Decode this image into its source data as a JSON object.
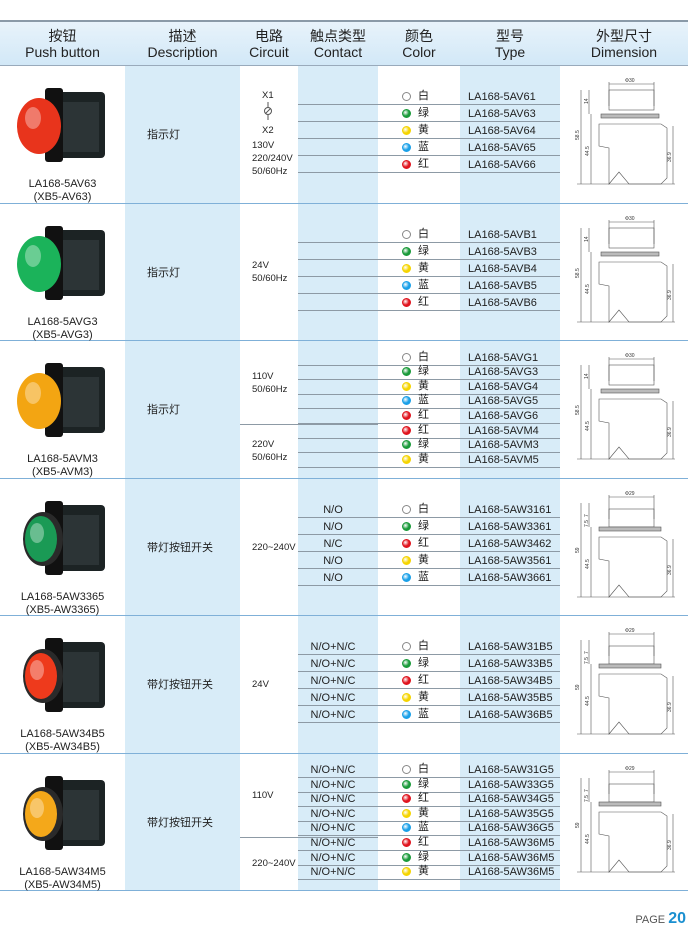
{
  "header": {
    "cols": [
      {
        "cn": "按钮",
        "en": "Push button"
      },
      {
        "cn": "描述",
        "en": "Description"
      },
      {
        "cn": "电路",
        "en": "Circuit"
      },
      {
        "cn": "触点类型",
        "en": "Contact"
      },
      {
        "cn": "颜色",
        "en": "Color"
      },
      {
        "cn": "型号",
        "en": "Type"
      },
      {
        "cn": "外型尺寸",
        "en": "Dimension"
      }
    ]
  },
  "colors": {
    "白": "#ffffff",
    "绿": "#1a9a3a",
    "黄": "#f5d400",
    "蓝": "#1aa0e8",
    "红": "#e0141e"
  },
  "sections": [
    {
      "model": "LA168-5AV63",
      "alt": "(XB5-AV63)",
      "lens": "#e8341c",
      "flat": false,
      "desc": "指示灯",
      "symbol": {
        "x1": "X1",
        "x2": "X2"
      },
      "groups": [
        {
          "circuit": [
            "130V",
            "220/240V",
            "50/60Hz"
          ],
          "items": [
            {
              "contact": "",
              "color": "白",
              "type": "LA168-5AV61"
            },
            {
              "contact": "",
              "color": "绿",
              "type": "LA168-5AV63"
            },
            {
              "contact": "",
              "color": "黄",
              "type": "LA168-5AV64"
            },
            {
              "contact": "",
              "color": "蓝",
              "type": "LA168-5AV65"
            },
            {
              "contact": "",
              "color": "红",
              "type": "LA168-5AV66"
            }
          ]
        }
      ],
      "dim": {
        "d": "Φ30",
        "a": "14",
        "b": "58.5",
        "c": "44.5",
        "e": "36.9"
      }
    },
    {
      "model": "LA168-5AVG3",
      "alt": "(XB5-AVG3)",
      "lens": "#1bb35a",
      "flat": false,
      "desc": "指示灯",
      "groups": [
        {
          "circuit": [
            "24V",
            "50/60Hz"
          ],
          "items": [
            {
              "contact": "",
              "color": "白",
              "type": "LA168-5AVB1"
            },
            {
              "contact": "",
              "color": "绿",
              "type": "LA168-5AVB3"
            },
            {
              "contact": "",
              "color": "黄",
              "type": "LA168-5AVB4"
            },
            {
              "contact": "",
              "color": "蓝",
              "type": "LA168-5AVB5"
            },
            {
              "contact": "",
              "color": "红",
              "type": "LA168-5AVB6"
            }
          ]
        }
      ],
      "dim": {
        "d": "Φ30",
        "a": "14",
        "b": "58.5",
        "c": "44.5",
        "e": "36.9"
      }
    },
    {
      "model": "LA168-5AVM3",
      "alt": "(XB5-AVM3)",
      "lens": "#f3a512",
      "flat": false,
      "desc": "指示灯",
      "groups": [
        {
          "circuit": [
            "110V",
            "50/60Hz"
          ],
          "items": [
            {
              "contact": "",
              "color": "白",
              "type": "LA168-5AVG1"
            },
            {
              "contact": "",
              "color": "绿",
              "type": "LA168-5AVG3"
            },
            {
              "contact": "",
              "color": "黄",
              "type": "LA168-5AVG4"
            },
            {
              "contact": "",
              "color": "蓝",
              "type": "LA168-5AVG5"
            },
            {
              "contact": "",
              "color": "红",
              "type": "LA168-5AVG6"
            }
          ]
        },
        {
          "circuit": [
            "220V",
            "50/60Hz"
          ],
          "items": [
            {
              "contact": "",
              "color": "红",
              "type": "LA168-5AVM4"
            },
            {
              "contact": "",
              "color": "绿",
              "type": "LA168-5AVM3"
            },
            {
              "contact": "",
              "color": "黄",
              "type": "LA168-5AVM5"
            }
          ]
        }
      ],
      "dim": {
        "d": "Φ30",
        "a": "14",
        "b": "58.5",
        "c": "44.5",
        "e": "36.9"
      }
    },
    {
      "model": "LA168-5AW3365",
      "alt": "(XB5-AW3365)",
      "lens": "#1a9a55",
      "flat": true,
      "desc": "带灯按钮开关",
      "groups": [
        {
          "circuit": [
            "220~240V"
          ],
          "items": [
            {
              "contact": "N/O",
              "color": "白",
              "type": "LA168-5AW3161"
            },
            {
              "contact": "N/O",
              "color": "绿",
              "type": "LA168-5AW3361"
            },
            {
              "contact": "N/C",
              "color": "红",
              "type": "LA168-5AW3462"
            },
            {
              "contact": "N/O",
              "color": "黄",
              "type": "LA168-5AW3561"
            },
            {
              "contact": "N/O",
              "color": "蓝",
              "type": "LA168-5AW3661"
            }
          ]
        }
      ],
      "dim": {
        "d": "Φ29",
        "a": "7",
        "a2": "7.5",
        "b": "59",
        "c": "44.5",
        "e": "36.9"
      }
    },
    {
      "model": "LA168-5AW34B5",
      "alt": "(XB5-AW34B5)",
      "lens": "#ee3a1c",
      "flat": true,
      "desc": "带灯按钮开关",
      "groups": [
        {
          "circuit": [
            "24V"
          ],
          "items": [
            {
              "contact": "N/O+N/C",
              "color": "白",
              "type": "LA168-5AW31B5"
            },
            {
              "contact": "N/O+N/C",
              "color": "绿",
              "type": "LA168-5AW33B5"
            },
            {
              "contact": "N/O+N/C",
              "color": "红",
              "type": "LA168-5AW34B5"
            },
            {
              "contact": "N/O+N/C",
              "color": "黄",
              "type": "LA168-5AW35B5"
            },
            {
              "contact": "N/O+N/C",
              "color": "蓝",
              "type": "LA168-5AW36B5"
            }
          ]
        }
      ],
      "dim": {
        "d": "Φ29",
        "a": "7",
        "a2": "7.5",
        "b": "59",
        "c": "44.5",
        "e": "36.9"
      }
    },
    {
      "model": "LA168-5AW34M5",
      "alt": "(XB5-AW34M5)",
      "lens": "#f4a81a",
      "flat": true,
      "desc": "带灯按钮开关",
      "groups": [
        {
          "circuit": [
            "110V"
          ],
          "items": [
            {
              "contact": "N/O+N/C",
              "color": "白",
              "type": "LA168-5AW31G5"
            },
            {
              "contact": "N/O+N/C",
              "color": "绿",
              "type": "LA168-5AW33G5"
            },
            {
              "contact": "N/O+N/C",
              "color": "红",
              "type": "LA168-5AW34G5"
            },
            {
              "contact": "N/O+N/C",
              "color": "黄",
              "type": "LA168-5AW35G5"
            },
            {
              "contact": "N/O+N/C",
              "color": "蓝",
              "type": "LA168-5AW36G5"
            }
          ]
        },
        {
          "circuit": [
            "220~240V"
          ],
          "items": [
            {
              "contact": "N/O+N/C",
              "color": "红",
              "type": "LA168-5AW36M5"
            },
            {
              "contact": "N/O+N/C",
              "color": "绿",
              "type": "LA168-5AW36M5"
            },
            {
              "contact": "N/O+N/C",
              "color": "黄",
              "type": "LA168-5AW36M5"
            }
          ]
        }
      ],
      "dim": {
        "d": "Φ29",
        "a": "7",
        "a2": "7.5",
        "b": "59",
        "c": "44.5",
        "e": "36.9"
      }
    }
  ],
  "footer": {
    "label": "PAGE",
    "number": "20"
  }
}
